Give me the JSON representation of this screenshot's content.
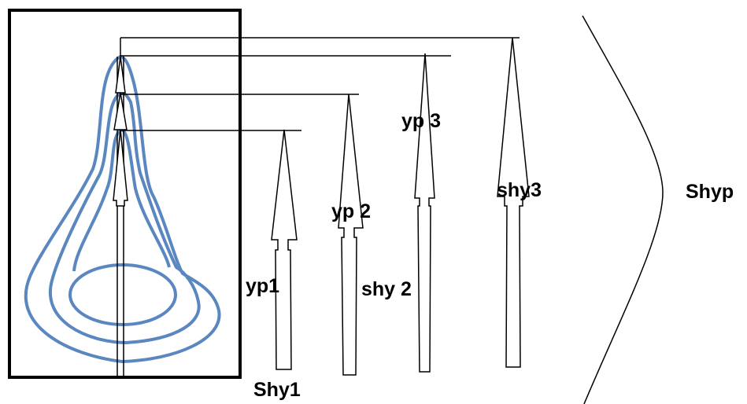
{
  "labels": {
    "shy1": "Shy1",
    "yp1": "yp1",
    "yp2": "yp 2",
    "shy2": "shy 2",
    "yp3": "yp 3",
    "shy3": "shy3",
    "shyp": "Shyp"
  },
  "colors": {
    "contour": "#5b87c1",
    "ink": "#000000"
  }
}
